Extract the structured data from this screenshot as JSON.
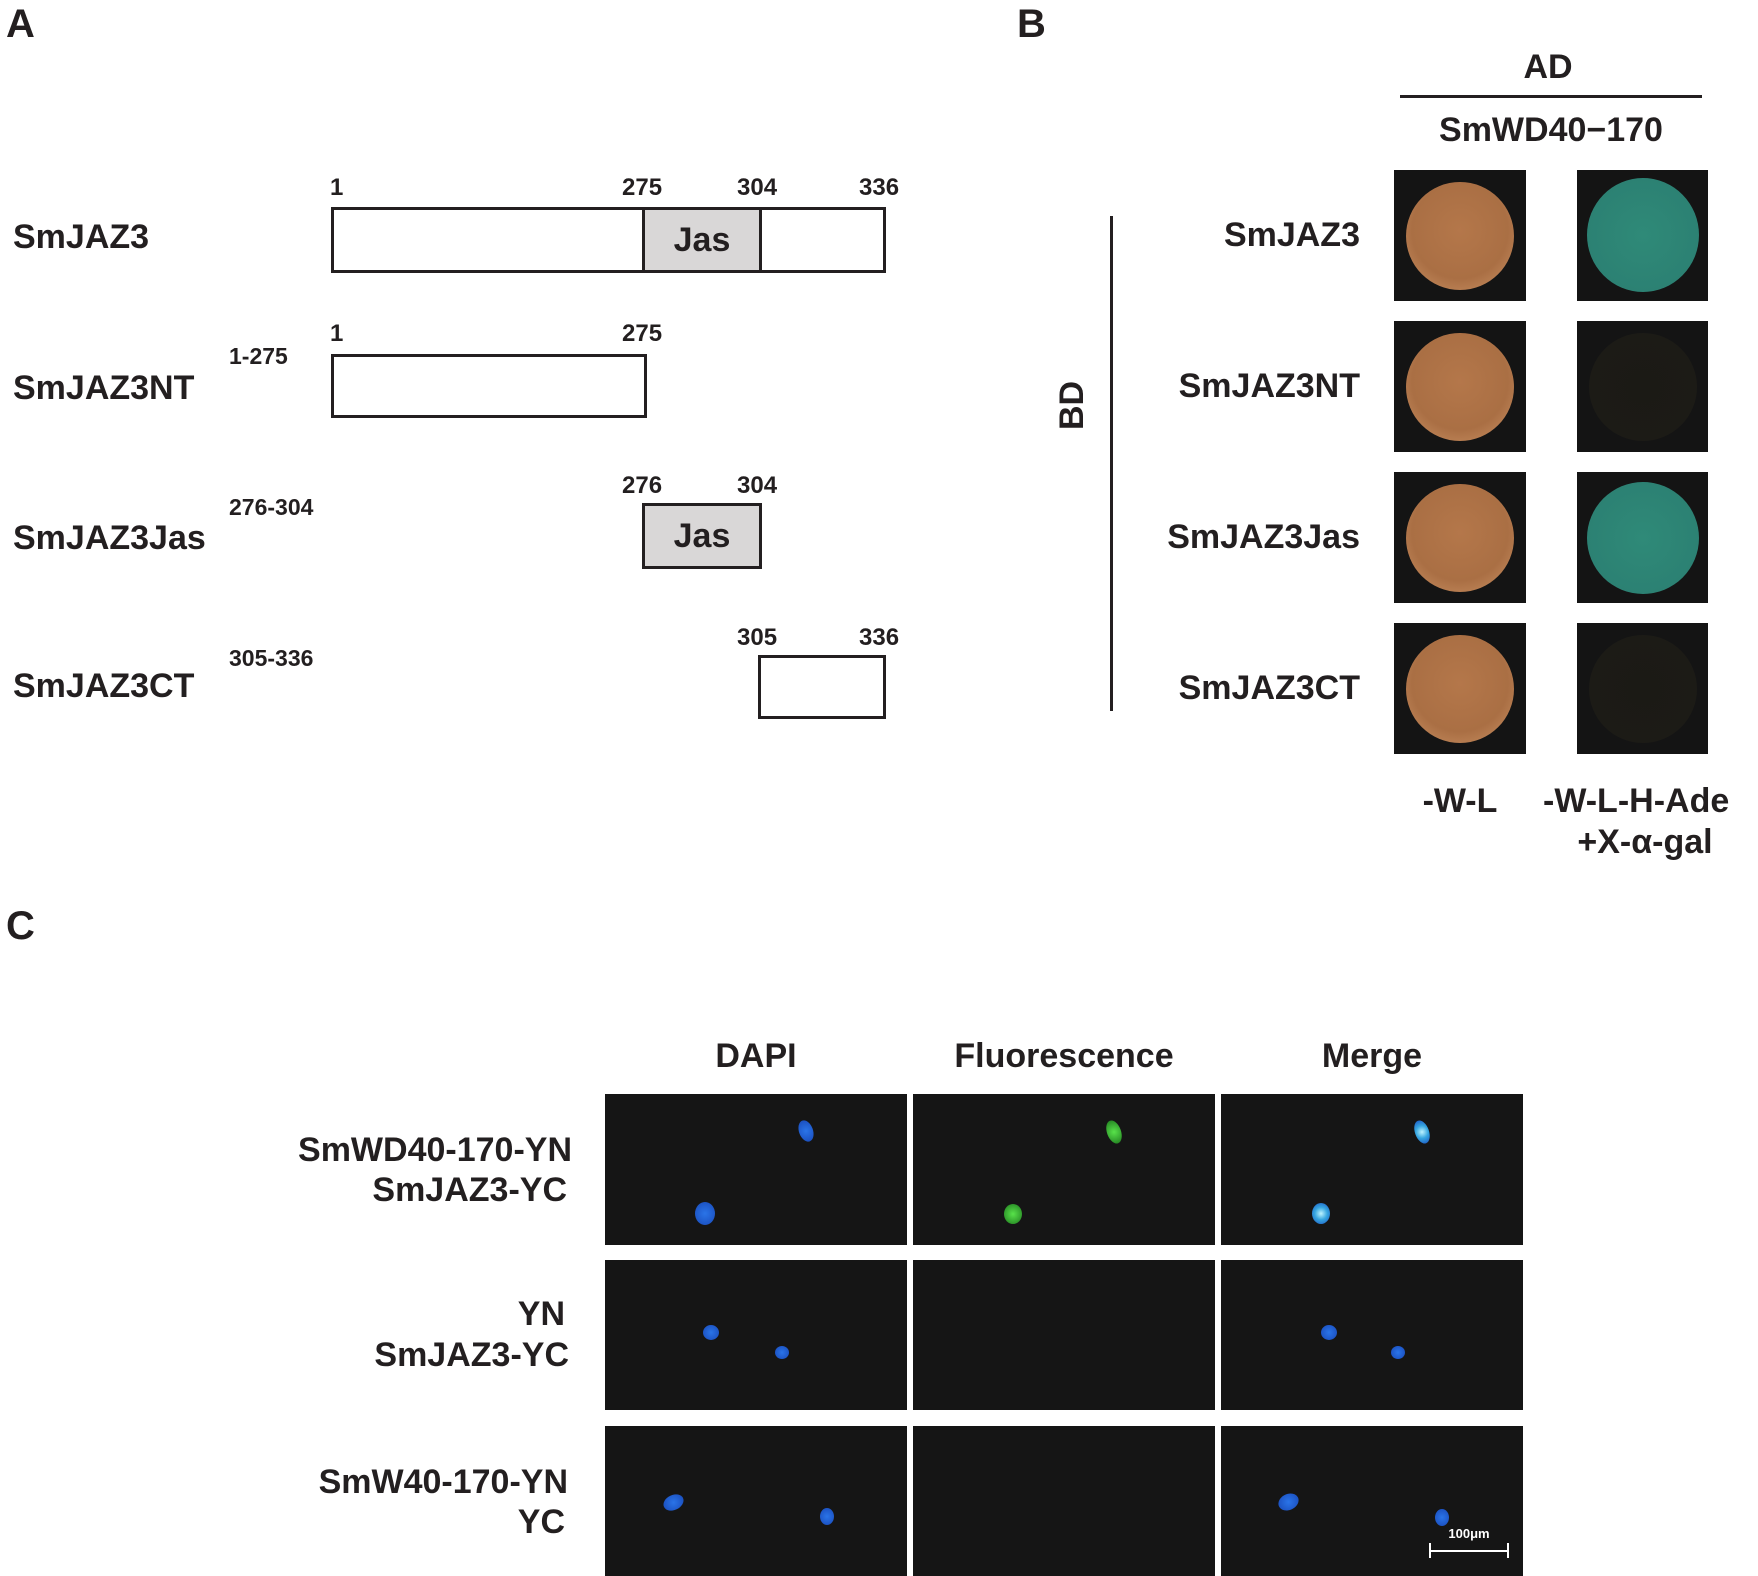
{
  "panel_a": {
    "letter": "A",
    "constructs": [
      {
        "name": "SmJAZ3",
        "range": "",
        "box_numbers": [
          "1",
          "275",
          "304",
          "336"
        ],
        "domain_label": "Jas"
      },
      {
        "name": "SmJAZ3NT",
        "range": "1-275",
        "box_numbers": [
          "1",
          "275"
        ]
      },
      {
        "name": "SmJAZ3Jas",
        "range": "276-304",
        "box_numbers": [
          "276",
          "304"
        ],
        "domain_label": "Jas"
      },
      {
        "name": "SmJAZ3CT",
        "range": "305-336",
        "box_numbers": [
          "305",
          "336"
        ]
      }
    ]
  },
  "panel_b": {
    "letter": "B",
    "ad_label": "AD",
    "ad_construct": "SmWD40−170",
    "bd_label": "BD",
    "rows": [
      "SmJAZ3",
      "SmJAZ3NT",
      "SmJAZ3Jas",
      "SmJAZ3CT"
    ],
    "media": [
      "-W-L",
      "-W-L-H-Ade",
      "+X-α-gal"
    ],
    "growth": [
      {
        "w_l": "growth",
        "selective": "blue"
      },
      {
        "w_l": "growth",
        "selective": "none"
      },
      {
        "w_l": "growth",
        "selective": "blue"
      },
      {
        "w_l": "growth",
        "selective": "none"
      }
    ],
    "colors": {
      "colony_brown": "#ad7146",
      "colony_green": "#2c8173"
    }
  },
  "panel_c": {
    "letter": "C",
    "columns": [
      "DAPI",
      "Fluorescence",
      "Merge"
    ],
    "rows": [
      {
        "line1": "SmWD40-170-YN",
        "line2": "SmJAZ3-YC",
        "fluorescence": true
      },
      {
        "line1": "YN",
        "line2": "SmJAZ3-YC",
        "fluorescence": false
      },
      {
        "line1": "SmW40-170-YN",
        "line2": "YC",
        "fluorescence": false
      }
    ],
    "scale_bar": "100μm",
    "colors": {
      "dapi": "#1a4fc0",
      "gfp": "#3cc83a"
    }
  }
}
